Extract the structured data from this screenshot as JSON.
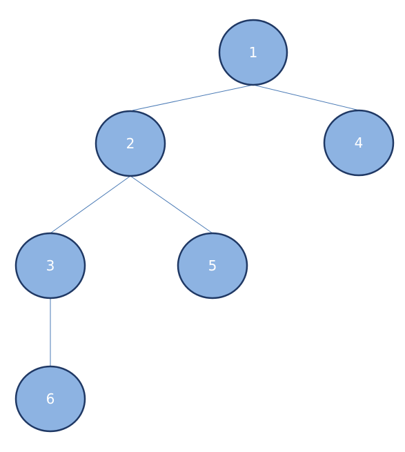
{
  "diagram": {
    "type": "tree",
    "colors": {
      "node_fill": "#8db3e2",
      "node_stroke": "#1f3864",
      "edge": "#4a7ab5",
      "label": "#ffffff"
    },
    "nodes": [
      {
        "id": "1",
        "label": "1"
      },
      {
        "id": "2",
        "label": "2"
      },
      {
        "id": "4",
        "label": "4"
      },
      {
        "id": "3",
        "label": "3"
      },
      {
        "id": "5",
        "label": "5"
      },
      {
        "id": "6",
        "label": "6"
      }
    ],
    "edges": [
      {
        "from": "1",
        "to": "2"
      },
      {
        "from": "1",
        "to": "4"
      },
      {
        "from": "2",
        "to": "3"
      },
      {
        "from": "2",
        "to": "5"
      },
      {
        "from": "3",
        "to": "6"
      }
    ]
  }
}
